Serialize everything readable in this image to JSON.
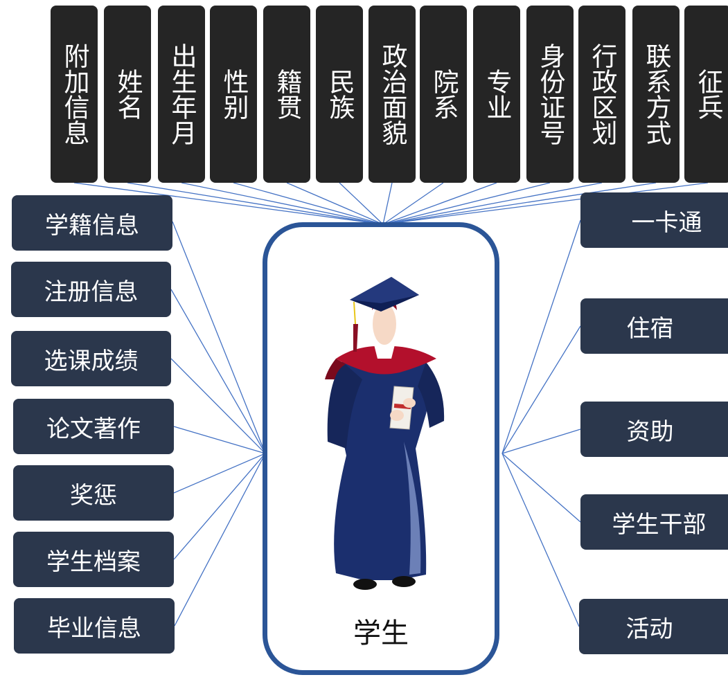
{
  "top_fields": [
    {
      "label": "附加信息"
    },
    {
      "label": "姓名"
    },
    {
      "label": "出生年月"
    },
    {
      "label": "性别"
    },
    {
      "label": "籍贯"
    },
    {
      "label": "民族"
    },
    {
      "label": "政治面貌"
    },
    {
      "label": "院系"
    },
    {
      "label": "专业"
    },
    {
      "label": "身份证号"
    },
    {
      "label": "行政区划"
    },
    {
      "label": "联系方式"
    },
    {
      "label": "征兵"
    }
  ],
  "left_items": [
    {
      "label": "学籍信息"
    },
    {
      "label": "注册信息"
    },
    {
      "label": "选课成绩"
    },
    {
      "label": "论文著作"
    },
    {
      "label": "奖惩"
    },
    {
      "label": "学生档案"
    },
    {
      "label": "毕业信息"
    }
  ],
  "right_items": [
    {
      "label": "一卡通"
    },
    {
      "label": "住宿"
    },
    {
      "label": "资助"
    },
    {
      "label": "学生干部"
    },
    {
      "label": "活动"
    }
  ],
  "center": {
    "label": "学生"
  },
  "colors": {
    "top_box": "#252525",
    "side_box": "#2b374c",
    "connector": "#4472c4",
    "frame": "#2b5597",
    "gown": "#1b2f6e",
    "hood": "#b3102c"
  }
}
